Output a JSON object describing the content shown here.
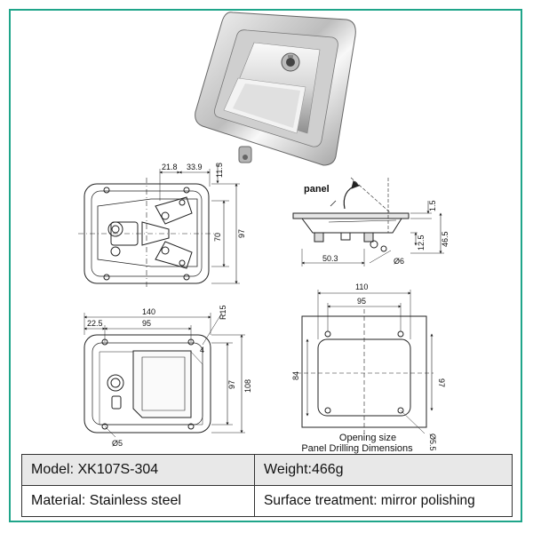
{
  "product": {
    "photo_name": "stainless steel paddle latch photo"
  },
  "dimensions": {
    "front": {
      "d1": "21.8",
      "d2": "33.9",
      "d3": "11.5",
      "d4": "70",
      "d5": "97"
    },
    "side": {
      "panel_label": "panel",
      "d1": "1.5",
      "d2": "46.5",
      "d3": "12.5",
      "d4": "50.3",
      "d5": "Ø6"
    },
    "back": {
      "d1": "140",
      "d2": "22.5",
      "d3": "95",
      "d4": "R15",
      "d5": "4",
      "d6": "97",
      "d7": "108",
      "d8": "Ø5"
    },
    "cutout": {
      "d1": "110",
      "d2": "95",
      "d3": "84",
      "d4": "97",
      "d5": "Ø5.5",
      "caption_1": "Opening size",
      "caption_2": "Panel Drilling Dimensions"
    }
  },
  "specs": {
    "model": "Model: XK107S-304",
    "weight": "Weight:466g",
    "material": "Material: Stainless steel",
    "surface": "Surface treatment: mirror polishing"
  },
  "colors": {
    "frame": "#1fa58a",
    "table_shade": "#e8e8e8"
  }
}
